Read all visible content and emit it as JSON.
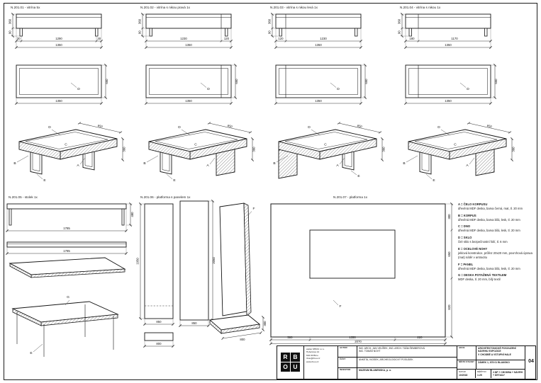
{
  "vitriny": [
    {
      "label": "N.201.01 - vitrína 5x",
      "s1": "30",
      "s2": "1290",
      "s3": "30",
      "total": "1350",
      "h1": "360",
      "h2": "90",
      "plan_w": "1350",
      "plan_d": "650",
      "ax_a": "650",
      "ax_b": "360"
    },
    {
      "label": "N.201.02 - vitrína s nikou pravá 1x",
      "s1": "1230",
      "s2": "120",
      "total": "1350",
      "h1": "360",
      "h2": "90",
      "plan_w": "1350",
      "plan_d": "650",
      "ax_a": "650",
      "ax_b": "360"
    },
    {
      "label": "N.201.03 - vitrína s nikou levá 1x",
      "s1": "120",
      "s2": "1230",
      "total": "1350",
      "h1": "360",
      "h2": "90",
      "plan_w": "1350",
      "plan_d": "650",
      "ax_a": "650",
      "ax_b": "360"
    },
    {
      "label": "N.201.04 - vitrína s nikou 1x",
      "s1": "180",
      "s2": "1170",
      "total": "1350",
      "h1": "360",
      "h2": "90",
      "plan_w": "1350",
      "plan_d": "650",
      "ax_a": "650",
      "ax_b": "360"
    }
  ],
  "stolek": {
    "label": "N.201.05 - stolek 1x",
    "len": "1785",
    "h": "480"
  },
  "platforma": {
    "label": "N.201.06 - platforma s panelem 1x",
    "h1": "1950",
    "h2": "2050",
    "w": "850",
    "base": "800",
    "ramp_l": "800",
    "ramp_h": "300"
  },
  "panel": {
    "label": "N.201.07 - platforma 1x",
    "b1": "500",
    "b2": "1350",
    "b3": "220",
    "btotal": "2070",
    "r1": "300",
    "r2": "650",
    "r3": "820"
  },
  "lt": {
    "A": "A",
    "B": "B",
    "C": "C",
    "D": "D",
    "E": "E",
    "F": "F",
    "G": "G"
  },
  "legend": [
    {
      "h": "A = ČELO KORPUSU",
      "d1": "dřevěná MDF deska, barva černá, mat, tl. 20 mm"
    },
    {
      "h": "B = KORPUS",
      "d1": "dřevěná MDF deska, barva bílá, lesk, tl. 20 mm"
    },
    {
      "h": "C = DNO",
      "d1": "dřevěná MDF deska, barva bílá, lesk, tl. 20 mm"
    },
    {
      "h": "D = SKLO",
      "d1": "čiré sklo s bezpečnostní folií, tl. 6 mm"
    },
    {
      "h": "E = OCELOVÉ NOHY",
      "d1": "jeklová konstrukce, průřez 20x20 mm, povrchová úprava",
      "d2": "(mat) nátěr v antracitu"
    },
    {
      "h": "F = PANEL",
      "d1": "dřevěná MDF deska, barva bílá, lesk, tl. 20 mm"
    },
    {
      "h": "G = DESKA POTAŽENÁ TEXTILEM",
      "d1": "MDF deska, tl. 20 mm, bílý textil"
    }
  ],
  "titleblock": {
    "logo": {
      "l1": "R",
      "l2": "B",
      "l3": "O",
      "l4": "U"
    },
    "studio": {
      "s1": "atelier RBOU s.r.o.",
      "s2": "Hybešova 14",
      "s3": "602 00 Brno",
      "s4": "rbou@rbou.cz",
      "s5": "www.rbou.cz"
    },
    "autor_label": "AUTOR",
    "autor1": "ING. ARCH. JAN VELÍŠEK, ING. ARCH. TÁŇA ŠEMBEROVÁ",
    "autor2": "ING. TOMÁŠ NOVÝ",
    "cast_label": "ČÁST",
    "cast": "ANKETA, KIOSEK, ARCHEOLOGICKÝ POSUDEK",
    "investor_label": "INVESTOR",
    "investor": "MUZEUM BLANENSKA, p. o.",
    "akce_label": "AKCE",
    "akce1": "ARCHITEKTONICKÉ POSOUZENÍ NÁVRHU EXPOZICE",
    "akce2": "V CHODBĚ A VSTUPNÍ HALE",
    "misto_label": "MÍSTO STAVBY",
    "misto": "ZÁMEK 1, 678 01 BLANSKO",
    "datum_label": "DATUM",
    "datum": "10/2018",
    "meritko_label": "MĚŘÍTKO",
    "meritko": "1:25",
    "vykres": "2.NP + CHODBA + NÁVRH + DETAILY",
    "cislo": "04"
  }
}
